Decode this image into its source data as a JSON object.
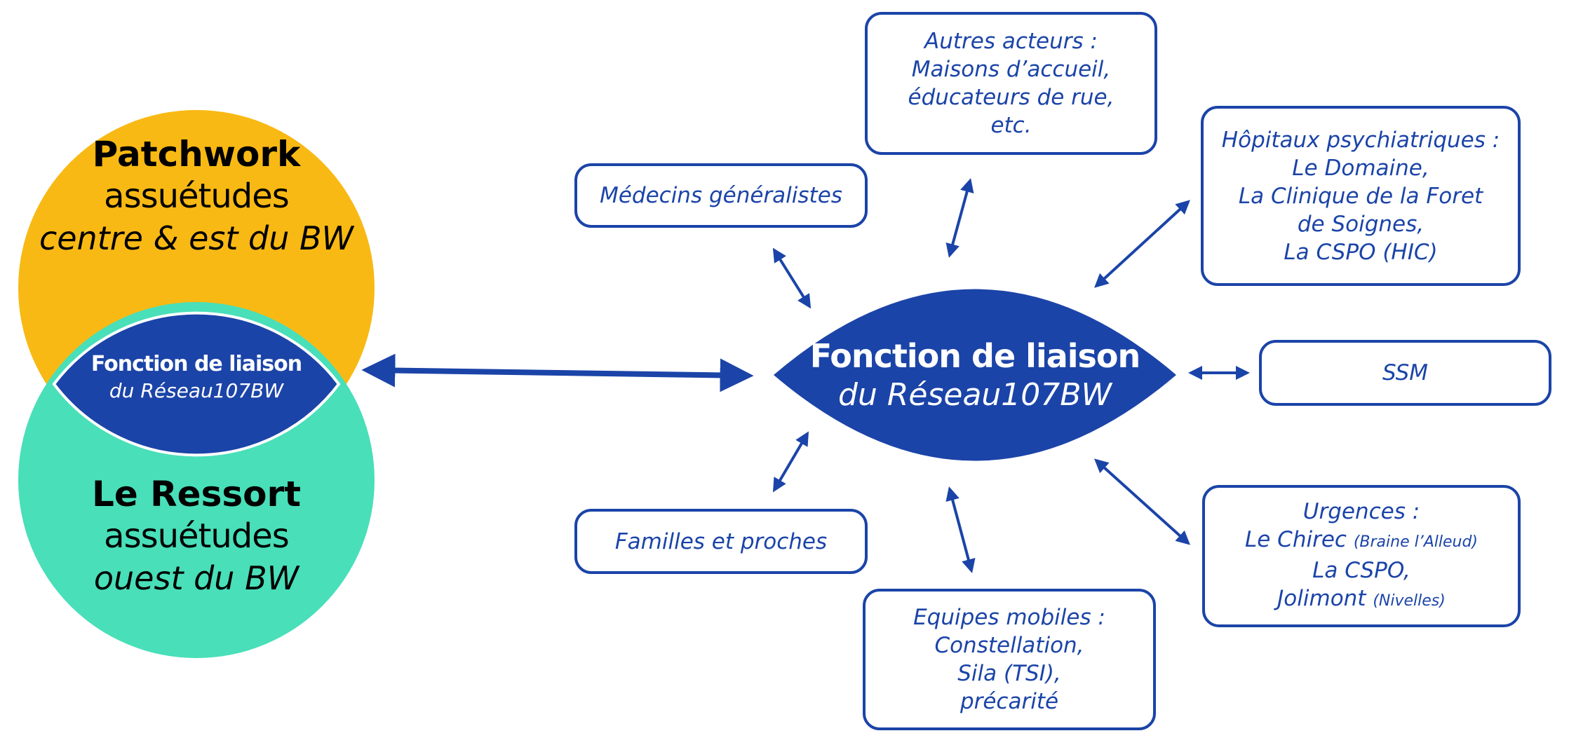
{
  "colors": {
    "blue": "#1b44a8",
    "yellow": "#f9b914",
    "green": "#48dfb9"
  },
  "venn": {
    "top": {
      "title": "Patchwork",
      "line2": "assuétudes",
      "line3": "centre & est du BW"
    },
    "bottom": {
      "title": "Le Ressort",
      "line2": "assuétudes",
      "line3": "ouest du BW"
    },
    "intersection": {
      "line1": "Fonction de liaison",
      "line2": "du Réseau107BW"
    }
  },
  "center": {
    "line1": "Fonction de liaison",
    "line2": "du Réseau107BW"
  },
  "boxes": {
    "autres": [
      "Autres acteurs :",
      "Maisons d’accueil,",
      "éducateurs de rue,",
      "etc."
    ],
    "medecins": [
      "Médecins généralistes"
    ],
    "hopitaux": [
      "Hôpitaux psychiatriques :",
      "Le Domaine,",
      "La Clinique de la Foret",
      "de Soignes,",
      "La CSPO (HIC)"
    ],
    "ssm": [
      "SSM"
    ],
    "urgences": {
      "l1": "Urgences :",
      "l2a": "Le Chirec ",
      "l2b": "(Braine l’Alleud)",
      "l3": "La CSPO,",
      "l4a": "Jolimont ",
      "l4b": "(Nivelles)"
    },
    "familles": [
      "Familles et proches"
    ],
    "equipes": [
      "Equipes mobiles :",
      "Constellation,",
      "Sila (TSI),",
      "précarité"
    ]
  }
}
